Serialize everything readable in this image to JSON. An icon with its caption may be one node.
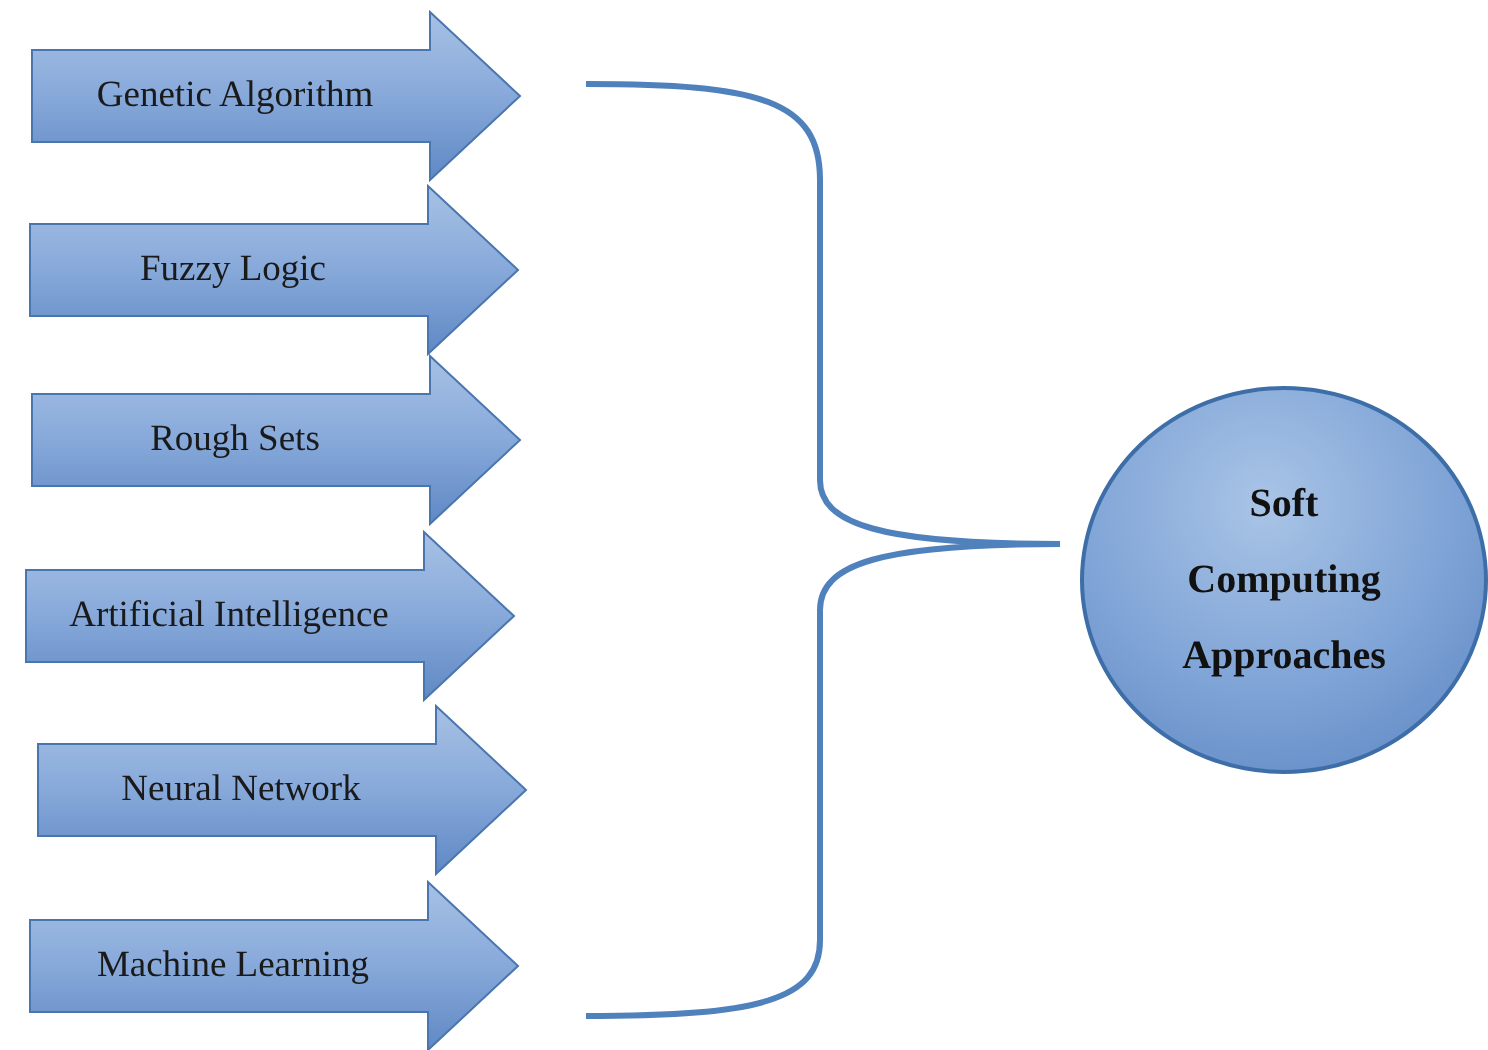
{
  "diagram": {
    "nodes": [
      {
        "text": [
          "Genetic Algorithm"
        ]
      },
      {
        "text": [
          "Fuzzy Logic"
        ]
      },
      {
        "text": [
          "Rough Sets"
        ]
      },
      {
        "text": [
          "Artificial Intelligence"
        ]
      },
      {
        "text": [
          "Neural Network"
        ]
      },
      {
        "text": [
          "Machine Learning"
        ]
      },
      {
        "text": [
          "Soft Computing Approaches"
        ]
      }
    ]
  }
}
